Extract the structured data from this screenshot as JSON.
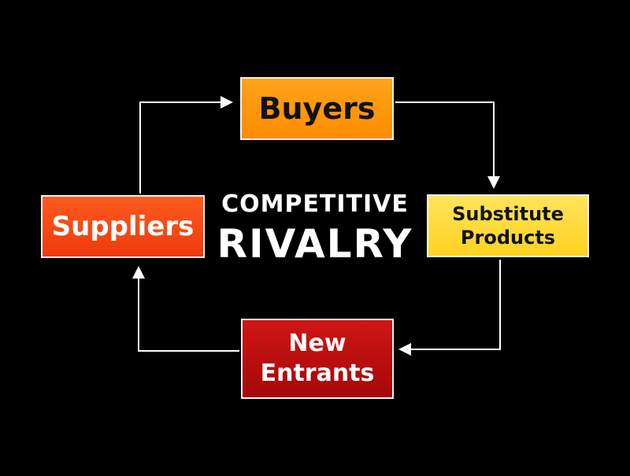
{
  "diagram": {
    "center": {
      "line1": "COMPETITIVE",
      "line2": "RIVALRY"
    },
    "nodes": {
      "buyers": {
        "label": "Buyers",
        "color": "#ff9a0a"
      },
      "substitute": {
        "line1": "Substitute",
        "line2": "Products",
        "color": "#ffdc3b"
      },
      "new_entrants": {
        "line1": "New",
        "line2": "Entrants",
        "color": "#c21010"
      },
      "suppliers": {
        "label": "Suppliers",
        "color": "#f64a15"
      }
    },
    "flow": [
      "Buyers",
      "Substitute Products",
      "New Entrants",
      "Suppliers",
      "Buyers"
    ],
    "background_color": "#000000",
    "arrow_color": "#ffffff"
  }
}
